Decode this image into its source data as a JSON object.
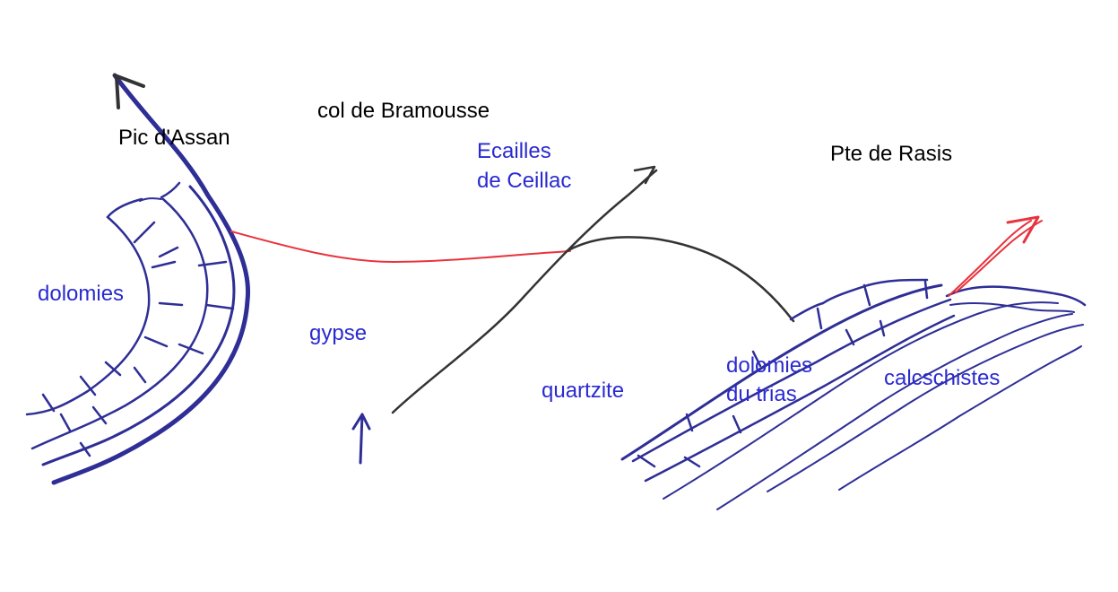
{
  "labels": {
    "pic_assan": "Pic d'Assan",
    "col_bramousse": "col de Bramousse",
    "ecailles_line1": "Ecailles",
    "ecailles_line2": "de Ceillac",
    "pte_rasis": "Pte de Rasis",
    "dolomies_left": "dolomies",
    "gypse": "gypse",
    "quartzite": "quartzite",
    "dolomies_trias_line1": "dolomies",
    "dolomies_trias_line2": "du trias",
    "calcschistes": "calcschistes"
  },
  "colors": {
    "label_black": "#000000",
    "label_blue": "#2a2ad0",
    "ink_blue": "#2e2e96",
    "ink_black": "#333333",
    "ink_red": "#e8333d"
  }
}
